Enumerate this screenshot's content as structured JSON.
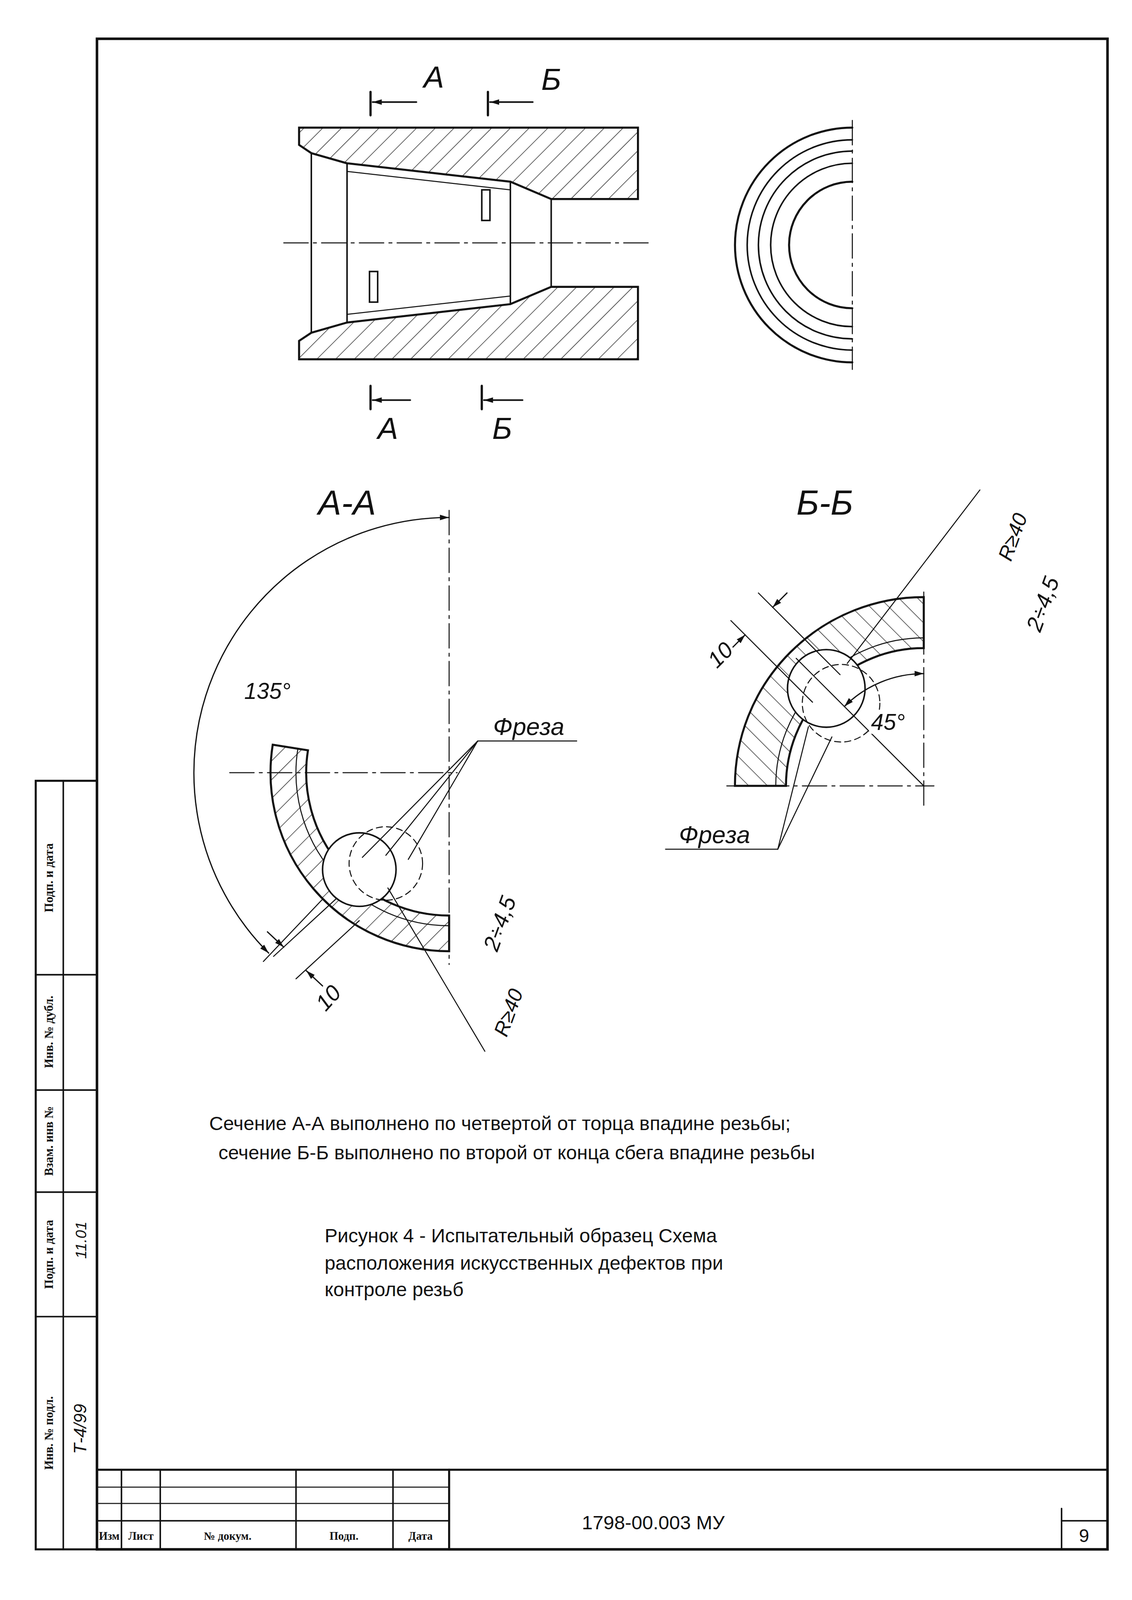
{
  "diagram": {
    "caption": "Рисунок 4 - Испытательный образец Схема расположения искусственных дефектов при контроле резьб",
    "labels": [
      "А",
      "Б",
      "А",
      "Б",
      "А-А",
      "Б-Б",
      "135°",
      "Фреза",
      "10",
      "2÷4,5",
      "R≥40",
      "10",
      "R≥40",
      "2÷4,5",
      "45°",
      "Фреза",
      "Сечение  А-А  выполнено по четвертой от торца впадине резьбы;",
      "сечение  Б-Б  выполнено по второй от конца сбега впадине резьбы",
      "1798-00.003 МУ",
      "9",
      "Изм",
      "Лист",
      "№ докум.",
      "Подп.",
      "Дата",
      "Подп. и дата",
      "Инв. № дубл.",
      "Взам. инв №",
      "Подп. и дата",
      "Инв. № подл.",
      "Т-4/99",
      "11.01"
    ]
  }
}
